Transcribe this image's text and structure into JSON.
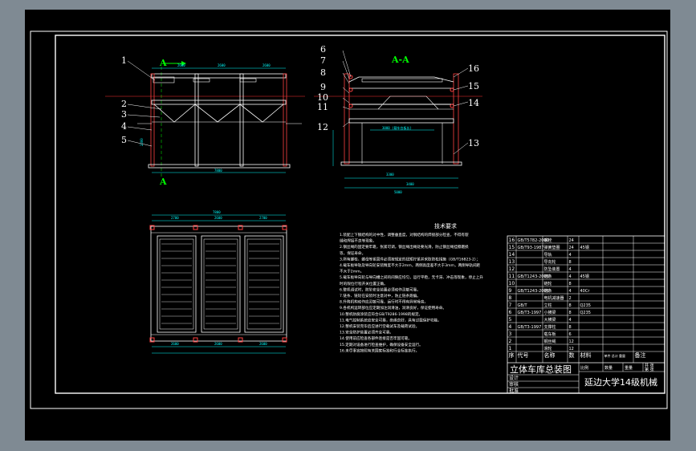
{
  "main_view": {
    "section_marker_top": "A",
    "section_marker_bottom": "A",
    "dims_top": [
      "2600",
      "2600",
      "2600"
    ],
    "dim_height": "2300",
    "dim_total": "7800"
  },
  "section_view": {
    "title": "A-A",
    "dim_floor_label": "3000 (载车台板长)",
    "dim_bottom_1": "3300",
    "dim_bottom_2": "3400",
    "dim_bottom_total": "5000"
  },
  "callouts_left": [
    "1",
    "2",
    "3",
    "4",
    "5"
  ],
  "callouts_right": [
    "6",
    "7",
    "8",
    "9",
    "10",
    "11",
    "12",
    "13",
    "14",
    "15",
    "16"
  ],
  "plan_view": {
    "dim_total": "7800",
    "dims_top": [
      "2700",
      "2600",
      "2700"
    ],
    "dims_bottom": [
      "2600",
      "2600",
      "2600"
    ]
  },
  "tech_req": {
    "title": "技术要求",
    "lines": [
      "1.装配上下钢结构的对中性，调整垂直度，对钢结构的焊接部分检查，不得有裂",
      "  缝和焊接不良等现象。",
      "2.钢丝绳的固定要牢靠，张紧可调，钢丝绳出绳处要光滑，防止钢丝绳挂擦磨损",
      "  等，保证寿命。",
      "3.所有螺栓、螺母等紧固件必须按规定的扭矩拧紧并采取防松措施（GB/T16823-2）；",
      "4.载车板导轨及导向轮安装精度不大于2mm，两侧高度差不大于3mm，两侧导轨间距",
      "  不大于2mm。",
      "5.载车板导向轮与导向槽之间的间隙应均匀，运行平稳，无卡滞、冲击等现象，停止上升",
      "  时的限位行程开关位置正确。",
      "6.整机调试时，防坠安全装置必须动作灵敏可靠。",
      "7.链条、链轮在安装时注意对中，防止链条跑偏。",
      "8.升降机构动作应灵敏可靠，运行时不得有异常噪音。",
      "9.各机构运转部位应定期加注润滑油，润滑良好，保证使用寿命。",
      "10.整机防腐涂装应符合GB/T9286-1998的规定。",
      "11.电气控制系统应安全可靠，绝缘良好，具有过载保护功能。",
      "12.整机安装完毕后应进行空载试车及载荷试验。",
      "13.安全防护装置必须齐全可靠。",
      "14.使用前应检查各部件连接是否牢固可靠。",
      "15.定期对设备进行检查维护，确保设备安全运行。",
      "16.未尽事宜按照有关国家标准和行业标准执行。"
    ]
  },
  "bom": {
    "rows": [
      {
        "no": "16",
        "code": "GB/T5782-2000",
        "name": "螺栓",
        "qty": "24",
        "material": "",
        "weight": "",
        "remark": ""
      },
      {
        "no": "15",
        "code": "GB/T93-1987",
        "name": "弹簧垫圈",
        "qty": "24",
        "material": "45钢",
        "weight": "",
        "remark": ""
      },
      {
        "no": "14",
        "code": "",
        "name": "导轨",
        "qty": "4",
        "material": "",
        "weight": "",
        "remark": ""
      },
      {
        "no": "13",
        "code": "",
        "name": "导向轮",
        "qty": "8",
        "material": "",
        "weight": "",
        "remark": ""
      },
      {
        "no": "12",
        "code": "",
        "name": "防坠装置",
        "qty": "4",
        "material": "",
        "weight": "",
        "remark": ""
      },
      {
        "no": "11",
        "code": "GB/T1243-2006",
        "name": "链条",
        "qty": "4",
        "material": "45钢",
        "weight": "",
        "remark": ""
      },
      {
        "no": "10",
        "code": "",
        "name": "链轮",
        "qty": "8",
        "material": "",
        "weight": "",
        "remark": ""
      },
      {
        "no": "9",
        "code": "GB/T1243-2006",
        "name": "链条",
        "qty": "4",
        "material": "40Cr",
        "weight": "",
        "remark": ""
      },
      {
        "no": "8",
        "code": "",
        "name": "电机减速器",
        "qty": "2",
        "material": "",
        "weight": "",
        "remark": ""
      },
      {
        "no": "7",
        "code": "GB/T",
        "name": "立柱",
        "qty": "8",
        "material": "Q235",
        "weight": "",
        "remark": ""
      },
      {
        "no": "6",
        "code": "GB/T3-1997",
        "name": "小横梁",
        "qty": "8",
        "material": "Q235",
        "weight": "",
        "remark": ""
      },
      {
        "no": "5",
        "code": "",
        "name": "大横梁",
        "qty": "4",
        "material": "",
        "weight": "",
        "remark": ""
      },
      {
        "no": "4",
        "code": "GB/T3-1997",
        "name": "支撑柱",
        "qty": "8",
        "material": "",
        "weight": "",
        "remark": ""
      },
      {
        "no": "3",
        "code": "",
        "name": "载车板",
        "qty": "6",
        "material": "",
        "weight": "",
        "remark": ""
      },
      {
        "no": "2",
        "code": "",
        "name": "钢丝绳",
        "qty": "12",
        "material": "",
        "weight": "",
        "remark": ""
      },
      {
        "no": "1",
        "code": "",
        "name": "滑轮",
        "qty": "12",
        "material": "",
        "weight": "",
        "remark": ""
      }
    ],
    "header": {
      "no": "序",
      "code": "代号",
      "name": "名称",
      "qty": "数",
      "material": "材料",
      "weight": "单件 总计 重量",
      "remark": "备注"
    }
  },
  "title_block": {
    "drawing_name": "立体车库总装图",
    "school": "延边大学14级机械",
    "sub_cells": [
      "比例",
      "数量",
      "重量",
      "共 张",
      "第 张"
    ],
    "role_rows": [
      "设计",
      "审核",
      "批准"
    ]
  }
}
